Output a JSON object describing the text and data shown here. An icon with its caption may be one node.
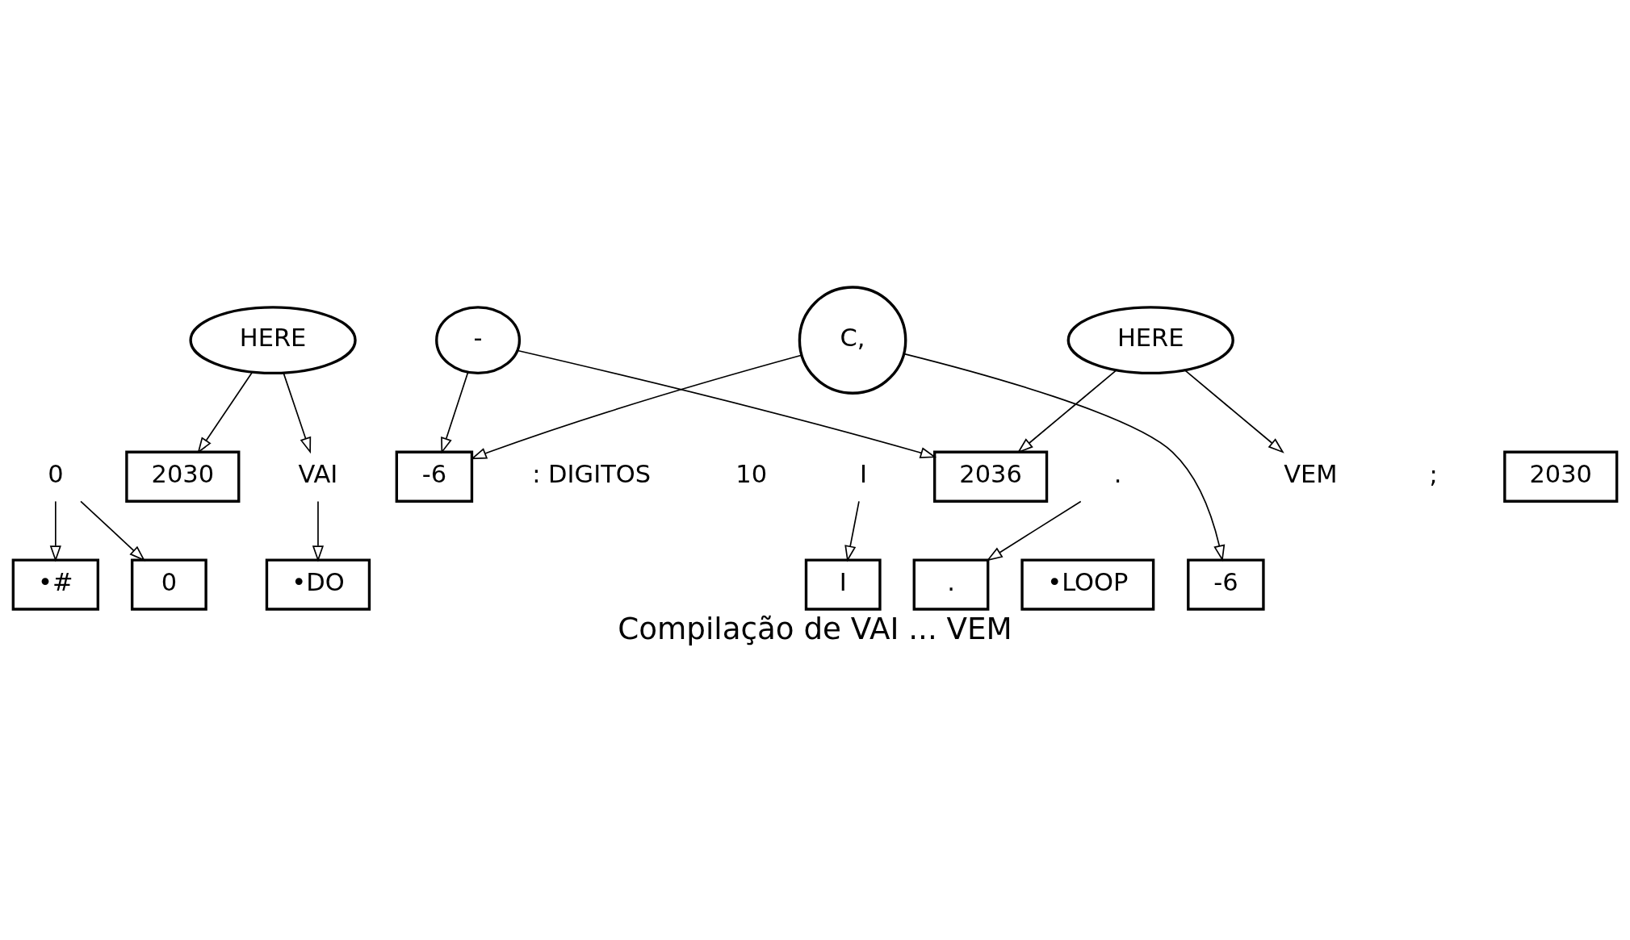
{
  "diagram": {
    "caption": "Compilação de VAI ... VEM",
    "nodes": [
      {
        "text": [
          "HERE"
        ]
      },
      {
        "text": [
          "2030"
        ]
      },
      {
        "text": [
          "2036"
        ]
      },
      {
        "text": [
          "2030"
        ]
      },
      {
        "text": [
          "HERE"
        ]
      },
      {
        "text": [
          "-"
        ]
      },
      {
        "text": [
          "-6"
        ]
      },
      {
        "text": [
          "C,"
        ]
      },
      {
        "text": [
          "0"
        ]
      },
      {
        "text": [
          "VAI"
        ]
      },
      {
        "text": [
          "I"
        ]
      },
      {
        "text": [
          "."
        ]
      },
      {
        "text": [
          "VEM"
        ]
      },
      {
        "text": [
          "•#"
        ]
      },
      {
        "text": [
          "0"
        ]
      },
      {
        "text": [
          "•DO"
        ]
      },
      {
        "text": [
          "I"
        ]
      },
      {
        "text": [
          "."
        ]
      },
      {
        "text": [
          "•LOOP"
        ]
      },
      {
        "text": [
          "-6"
        ]
      }
    ],
    "edges": [
      {
        "from": 0,
        "to": 1,
        "arrow": "to"
      },
      {
        "from": 0,
        "to": 9,
        "arrow": "to"
      },
      {
        "from": 4,
        "to": 2,
        "arrow": "to"
      },
      {
        "from": 4,
        "to": 12,
        "arrow": "to"
      },
      {
        "from": 5,
        "to": 2,
        "arrow": "to"
      },
      {
        "from": 5,
        "to": 6,
        "arrow": "to"
      },
      {
        "from": 7,
        "to": 6,
        "arrow": "to"
      },
      {
        "from": 7,
        "to": 19,
        "arrow": "to"
      },
      {
        "from": 8,
        "to": 13,
        "arrow": "to"
      },
      {
        "from": 8,
        "to": 14,
        "arrow": "to"
      },
      {
        "from": 9,
        "to": 15,
        "arrow": "to"
      },
      {
        "from": 10,
        "to": 16,
        "arrow": "to"
      },
      {
        "from": 11,
        "to": 17,
        "arrow": "to"
      }
    ],
    "labels": [
      ": DIGITOS",
      "10",
      ";"
    ]
  }
}
